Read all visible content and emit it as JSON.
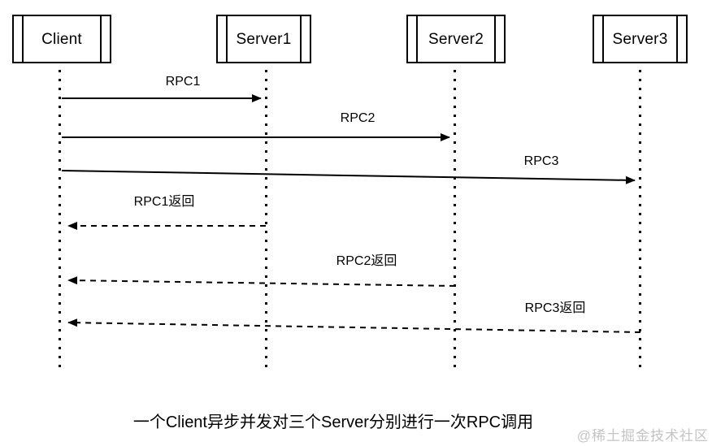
{
  "diagram": {
    "type": "sequence-diagram",
    "actors": [
      {
        "id": "client",
        "label": "Client"
      },
      {
        "id": "server1",
        "label": "Server1"
      },
      {
        "id": "server2",
        "label": "Server2"
      },
      {
        "id": "server3",
        "label": "Server3"
      }
    ],
    "messages": [
      {
        "label": "RPC1",
        "from": "Client",
        "to": "Server1",
        "style": "solid"
      },
      {
        "label": "RPC2",
        "from": "Client",
        "to": "Server2",
        "style": "solid"
      },
      {
        "label": "RPC3",
        "from": "Client",
        "to": "Server3",
        "style": "solid"
      },
      {
        "label": "RPC1返回",
        "from": "Server1",
        "to": "Client",
        "style": "dashed"
      },
      {
        "label": "RPC2返回",
        "from": "Server2",
        "to": "Client",
        "style": "dashed"
      },
      {
        "label": "RPC3返回",
        "from": "Server3",
        "to": "Client",
        "style": "dashed"
      }
    ],
    "caption": "一个Client异步并发对三个Server分别进行一次RPC调用",
    "watermark": "@稀土掘金技术社区",
    "colors": {
      "line": "#000000",
      "text": "#000000",
      "watermark": "#c4c4c4",
      "background": "#ffffff"
    }
  }
}
